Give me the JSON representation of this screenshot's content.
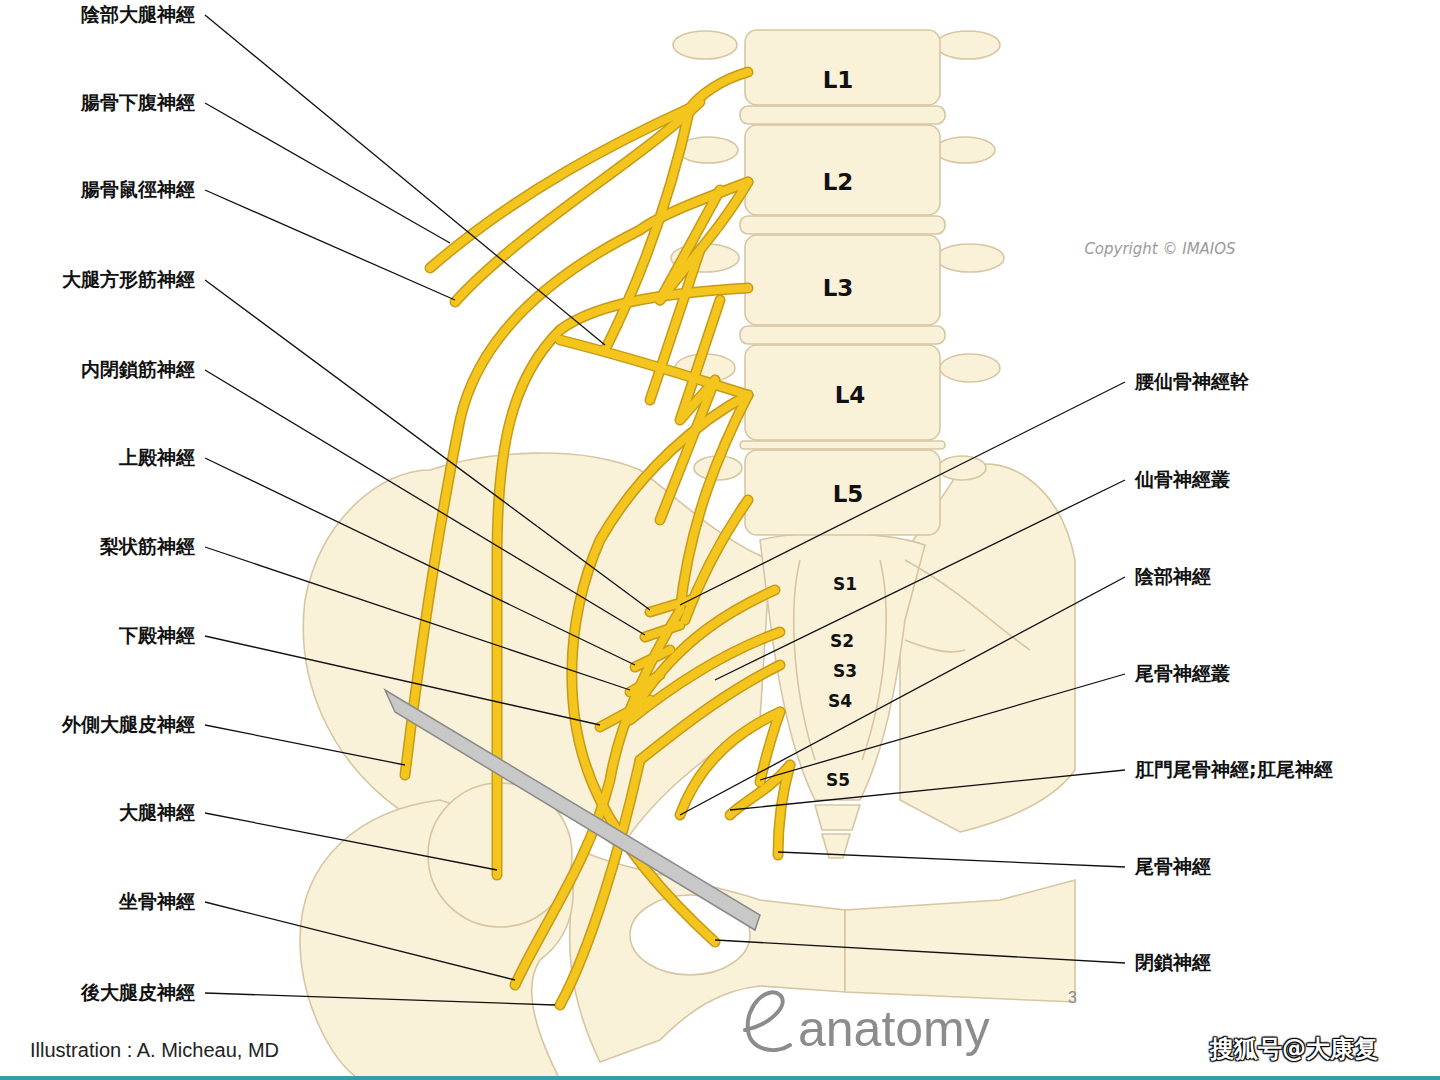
{
  "diagram": {
    "labels": [
      "陰部大腿神經",
      "腸骨下腹神經",
      "腸骨鼠徑神經",
      "大腿方形筋神經",
      "内閉鎖筋神經",
      "上殿神經",
      "梨状筋神經",
      "下殿神經",
      "外側大腿皮神經",
      "大腿神經",
      "坐骨神經",
      "後大腿皮神經",
      "腰仙骨神經幹",
      "仙骨神經叢",
      "陰部神經",
      "尾骨神經叢",
      "肛門尾骨神經;肛尾神經",
      "尾骨神經",
      "閉鎖神經",
      "L1",
      "L2",
      "L3",
      "L4",
      "L5",
      "S1",
      "S2",
      "S3",
      "S4",
      "S5",
      "Copyright © IMAIOS",
      "Illustration : A. Micheau, MD",
      "anatomy",
      "3",
      "搜狐号@大康复"
    ]
  }
}
